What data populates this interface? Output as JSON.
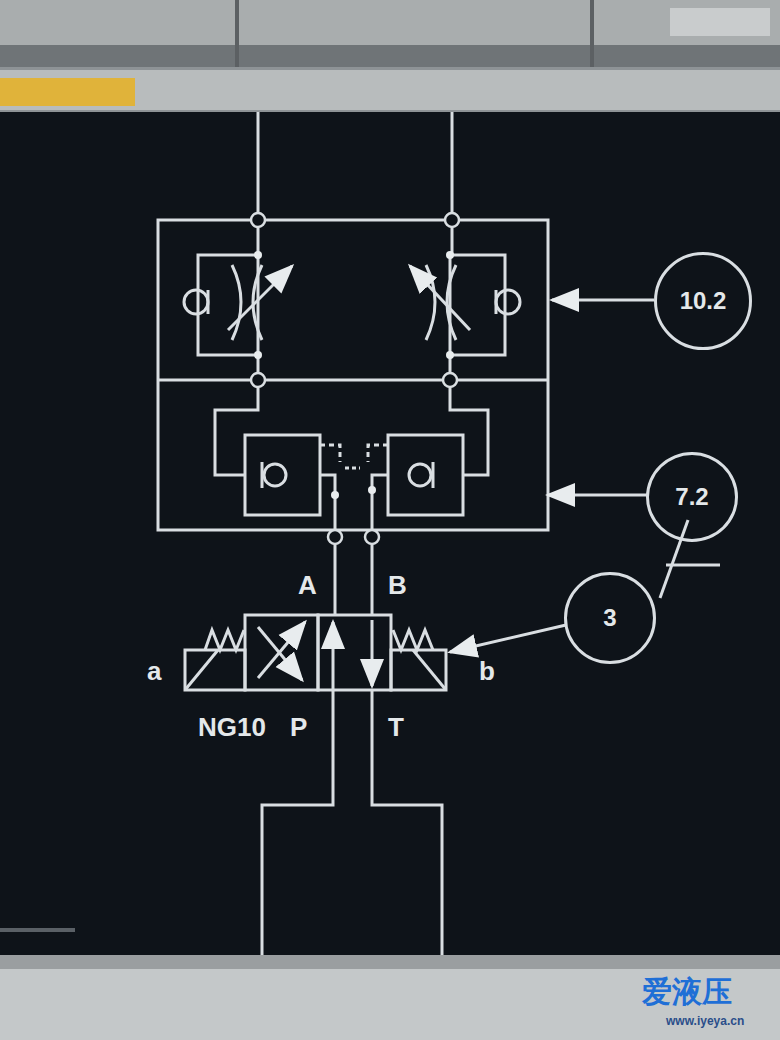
{
  "diagram": {
    "nodes": [
      {
        "text": [
          "10.2"
        ]
      },
      {
        "text": [
          "7.2"
        ]
      },
      {
        "text": [
          "3"
        ]
      }
    ],
    "labels": [
      "A",
      "B",
      "a",
      "b",
      "NG10",
      "P",
      "T",
      "爱液压",
      "www.iyeya.cn"
    ]
  }
}
